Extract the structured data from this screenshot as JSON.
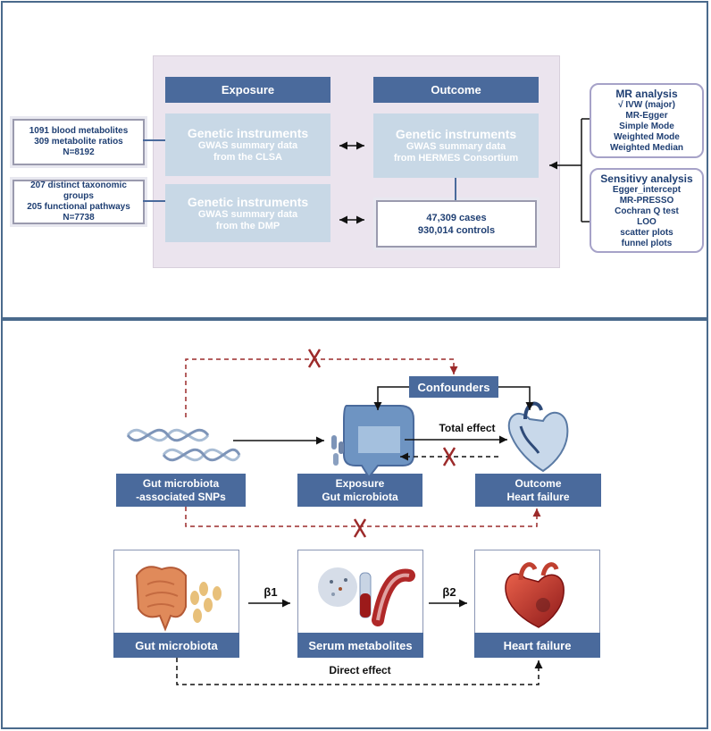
{
  "panel_a": {
    "exposure_header": "Exposure",
    "outcome_header": "Outcome",
    "left_box_1": [
      "1091 blood metabolites",
      "309 metabolite ratios",
      "N=8192"
    ],
    "left_box_2": [
      "207 distinct taxonomic groups",
      "205 functional pathways",
      "N=7738"
    ],
    "exposure_box_1": {
      "title": "Genetic instruments",
      "line1": "GWAS summary data",
      "line2": "from the CLSA"
    },
    "exposure_box_2": {
      "title": "Genetic instruments",
      "line1": "GWAS summary data",
      "line2": "from the DMP"
    },
    "outcome_box": {
      "title": "Genetic instruments",
      "line1": "GWAS summary data",
      "line2": "from HERMES Consortium"
    },
    "outcome_counts": [
      "47,309 cases",
      "930,014 controls"
    ],
    "mr_analysis": {
      "title": "MR analysis",
      "items": [
        "√ IVW (major)",
        "MR-Egger",
        "Simple Mode",
        "Weighted Mode",
        "Weighted Median"
      ]
    },
    "sensitivity_analysis": {
      "title": "Sensitivy analysis",
      "items": [
        "Egger_intercept",
        "MR-PRESSO",
        "Cochran Q test",
        "LOO",
        "scatter plots",
        "funnel plots"
      ]
    }
  },
  "panel_b": {
    "confounders": "Confounders",
    "total_effect": "Total effect",
    "snps_label": [
      "Gut microbiota",
      "-associated SNPs"
    ],
    "exposure_label": [
      "Exposure",
      "Gut microbiota"
    ],
    "outcome_label": [
      "Outcome",
      "Heart failure"
    ],
    "gut_label": "Gut microbiota",
    "serum_label": "Serum metabolites",
    "heart_label": "Heart failure",
    "beta1": "β1",
    "beta2": "β2",
    "direct_effect": "Direct effect"
  },
  "colors": {
    "accent": "#4a6a9c",
    "light_box": "#c8d8e6",
    "panel_bg": "#ebe4ee",
    "dashed_red": "#9c2a2a",
    "text_navy": "#1f3f73"
  }
}
